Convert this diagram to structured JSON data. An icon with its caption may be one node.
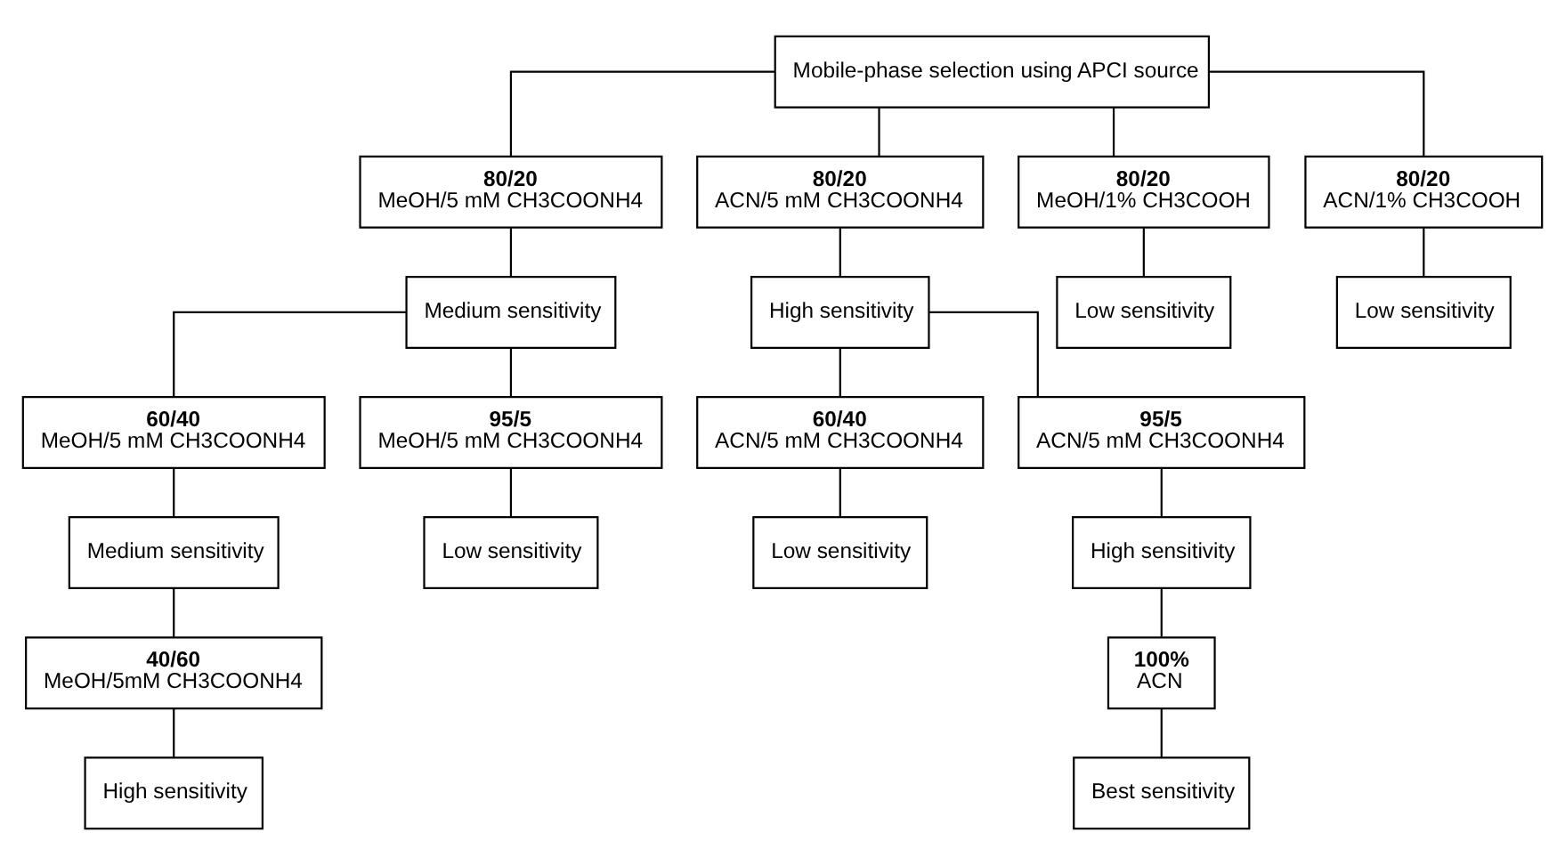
{
  "diagram": {
    "nodes": [
      {
        "text": [
          "Mobile-phase selection using APCI source"
        ]
      },
      {
        "text": [
          "80/20",
          "MeOH/5 mM CH3COONH4"
        ]
      },
      {
        "text": [
          "80/20",
          "ACN/5 mM CH3COONH4"
        ]
      },
      {
        "text": [
          "80/20",
          "MeOH/1% CH3COOH"
        ]
      },
      {
        "text": [
          "80/20",
          "ACN/1% CH3COOH"
        ]
      },
      {
        "text": [
          "Medium sensitivity"
        ]
      },
      {
        "text": [
          "High sensitivity"
        ]
      },
      {
        "text": [
          "Low sensitivity"
        ]
      },
      {
        "text": [
          "Low sensitivity"
        ]
      },
      {
        "text": [
          "60/40",
          "MeOH/5 mM CH3COONH4"
        ]
      },
      {
        "text": [
          "95/5",
          "MeOH/5 mM CH3COONH4"
        ]
      },
      {
        "text": [
          "60/40",
          "ACN/5 mM CH3COONH4"
        ]
      },
      {
        "text": [
          "95/5",
          "ACN/5 mM CH3COONH4"
        ]
      },
      {
        "text": [
          "Medium sensitivity"
        ]
      },
      {
        "text": [
          "Low sensitivity"
        ]
      },
      {
        "text": [
          "Low sensitivity"
        ]
      },
      {
        "text": [
          "High sensitivity"
        ]
      },
      {
        "text": [
          "40/60",
          "MeOH/5mM CH3COONH4"
        ]
      },
      {
        "text": [
          "100%",
          "ACN"
        ]
      },
      {
        "text": [
          "High sensitivity"
        ]
      },
      {
        "text": [
          "Best sensitivity"
        ]
      }
    ],
    "edges": [
      {
        "from": 0,
        "to": 1,
        "arrow": "none"
      },
      {
        "from": 0,
        "to": 2,
        "arrow": "none"
      },
      {
        "from": 0,
        "to": 3,
        "arrow": "none"
      },
      {
        "from": 0,
        "to": 4,
        "arrow": "none"
      },
      {
        "from": 1,
        "to": 5,
        "arrow": "none"
      },
      {
        "from": 2,
        "to": 6,
        "arrow": "none"
      },
      {
        "from": 3,
        "to": 7,
        "arrow": "none"
      },
      {
        "from": 4,
        "to": 8,
        "arrow": "none"
      },
      {
        "from": 5,
        "to": 9,
        "arrow": "none"
      },
      {
        "from": 5,
        "to": 10,
        "arrow": "none"
      },
      {
        "from": 6,
        "to": 11,
        "arrow": "none"
      },
      {
        "from": 6,
        "to": 12,
        "arrow": "none"
      },
      {
        "from": 9,
        "to": 13,
        "arrow": "none"
      },
      {
        "from": 10,
        "to": 14,
        "arrow": "none"
      },
      {
        "from": 11,
        "to": 15,
        "arrow": "none"
      },
      {
        "from": 12,
        "to": 16,
        "arrow": "none"
      },
      {
        "from": 13,
        "to": 17,
        "arrow": "none"
      },
      {
        "from": 16,
        "to": 18,
        "arrow": "none"
      },
      {
        "from": 17,
        "to": 19,
        "arrow": "none"
      },
      {
        "from": 18,
        "to": 20,
        "arrow": "none"
      }
    ]
  }
}
